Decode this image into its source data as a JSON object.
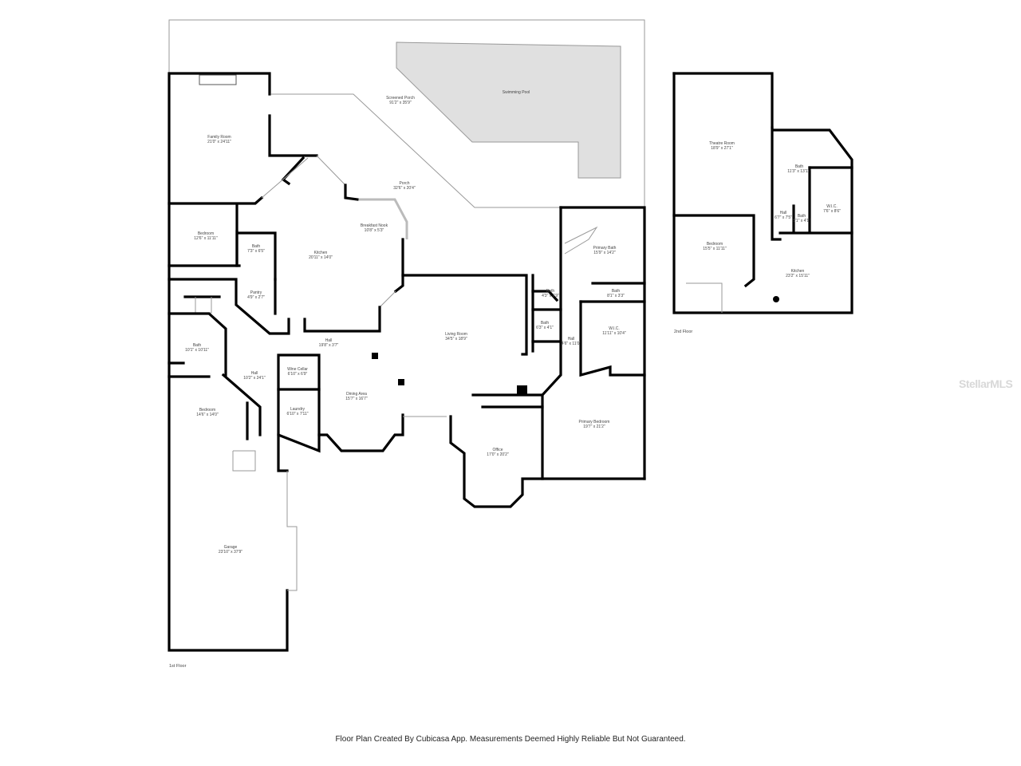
{
  "floors": [
    {
      "label": "1st Floor",
      "rooms": [
        {
          "name": "Screened Porch",
          "size": "91'2\" x 35'9\""
        },
        {
          "name": "Swimming Pool",
          "size": ""
        },
        {
          "name": "Family Room",
          "size": "21'0\" x 24'11\""
        },
        {
          "name": "Porch",
          "size": "32'6\" x 20'4\""
        },
        {
          "name": "Breakfast Nook",
          "size": "10'8\" x 5'3\""
        },
        {
          "name": "Bedroom",
          "size": "12'6\" x 11'11\""
        },
        {
          "name": "Bath",
          "size": "7'3\" x 6'5\""
        },
        {
          "name": "Kitchen",
          "size": "20'11\" x 14'0\""
        },
        {
          "name": "Primary Bath",
          "size": "15'9\" x 14'2\""
        },
        {
          "name": "Pantry",
          "size": "4'9\" x 2'7\""
        },
        {
          "name": "Bath",
          "size": "4'3\" x 6'9\""
        },
        {
          "name": "Bath",
          "size": "8'1\" x 3'3\""
        },
        {
          "name": "Living Room",
          "size": "34'5\" x 18'9\""
        },
        {
          "name": "Bath",
          "size": "6'3\" x 4'1\""
        },
        {
          "name": "W.I.C.",
          "size": "11'11\" x 10'4\""
        },
        {
          "name": "Hall",
          "size": "19'8\" x 3'7\""
        },
        {
          "name": "Hall",
          "size": "4'6\" x 11'0\""
        },
        {
          "name": "Bath",
          "size": "10'1\" x 10'11\""
        },
        {
          "name": "Hall",
          "size": "10'2\" x 24'1\""
        },
        {
          "name": "Wine Cellar",
          "size": "6'10\" x 6'9\""
        },
        {
          "name": "Dining Area",
          "size": "15'7\" x 16'7\""
        },
        {
          "name": "Bedroom",
          "size": "14'6\" x 14'0\""
        },
        {
          "name": "Laundry",
          "size": "6'10\" x 7'11\""
        },
        {
          "name": "Primary Bedroom",
          "size": "19'7\" x 21'2\""
        },
        {
          "name": "Office",
          "size": "17'0\" x 20'2\""
        },
        {
          "name": "Garage",
          "size": "23'10\" x 37'9\""
        }
      ]
    },
    {
      "label": "2nd Floor",
      "rooms": [
        {
          "name": "Theatre Room",
          "size": "18'9\" x 27'1\""
        },
        {
          "name": "Bath",
          "size": "11'3\" x 13'11\""
        },
        {
          "name": "W.I.C.",
          "size": "7'6\" x 8'6\""
        },
        {
          "name": "Hall",
          "size": "6'7\" x 7'5\""
        },
        {
          "name": "Bath",
          "size": "5'1\" x 4'1\""
        },
        {
          "name": "Bedroom",
          "size": "15'5\" x 11'11\""
        },
        {
          "name": "Kitchen",
          "size": "23'2\" x 15'11\""
        }
      ]
    }
  ],
  "caption": "Floor Plan Created By Cubicasa App. Measurements Deemed Highly Reliable But Not Guaranteed.",
  "watermark": "StellarMLS",
  "colors": {
    "wall": "#000000",
    "pool": "#e0e0e0",
    "window": "#bbbbbb"
  }
}
